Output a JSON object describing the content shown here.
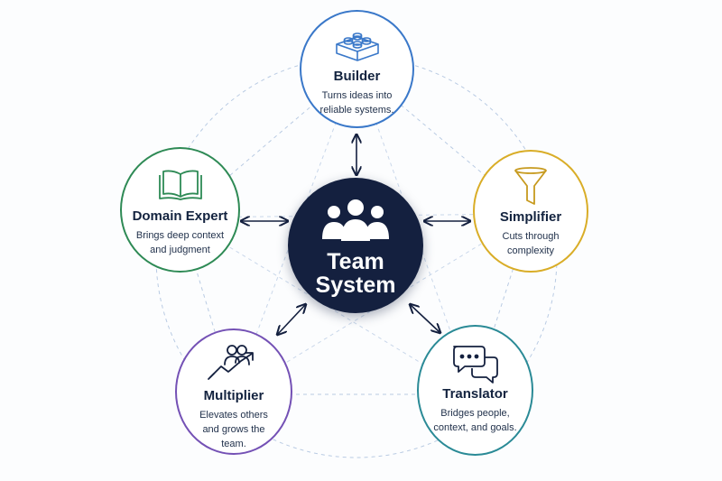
{
  "center": {
    "title": "Team\nSystem",
    "icon": "people-group-icon",
    "color": "#14203f"
  },
  "roles": [
    {
      "id": "builder",
      "title": "Builder",
      "description": "Turns ideas into\nreliable systems.",
      "icon": "lego-brick-icon",
      "color": "#3a78c9"
    },
    {
      "id": "simplifier",
      "title": "Simplifier",
      "description": "Cuts through\ncomplexity",
      "icon": "funnel-icon",
      "color": "#d9ad27"
    },
    {
      "id": "translator",
      "title": "Translator",
      "description": "Bridges people,\ncontext, and goals.",
      "icon": "speech-bubbles-icon",
      "color": "#2a8a96"
    },
    {
      "id": "multiplier",
      "title": "Multiplier",
      "description": "Elevates others\nand grows the team.",
      "icon": "growth-people-icon",
      "color": "#7451b5"
    },
    {
      "id": "domain-expert",
      "title": "Domain Expert",
      "description": "Brings deep context\nand judgment",
      "icon": "open-book-icon",
      "color": "#2e8a55"
    }
  ]
}
